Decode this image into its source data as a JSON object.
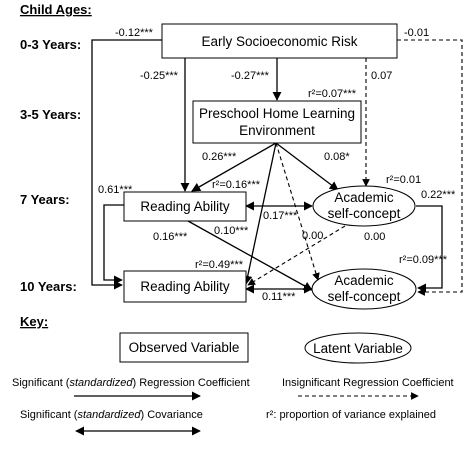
{
  "headings": {
    "child_ages": "Child Ages:",
    "key": "Key:"
  },
  "ages": [
    "0-3 Years:",
    "3-5 Years:",
    "7 Years:",
    "10 Years:"
  ],
  "nodes": {
    "ses": "Early Socioeconomic Risk",
    "phle_line1": "Preschool Home Learning",
    "phle_line2": "Environment",
    "ra7": "Reading Ability",
    "asc7_line1": "Academic",
    "asc7_line2": "self-concept",
    "ra10": "Reading Ability",
    "asc10_line1": "Academic",
    "asc10_line2": "self-concept"
  },
  "coefficients": {
    "ses_to_ra10": "-0.12***",
    "ses_to_asc10": "-0.01",
    "ses_to_ra7": "-0.25***",
    "ses_to_phle": "-0.27***",
    "ses_to_asc7": "0.07",
    "r2_phle": "r²=0.07***",
    "phle_to_ra7": "0.26***",
    "phle_to_asc7": "0.08*",
    "r2_asc7": "r²=0.01",
    "r2_ra7": "r²=0.16***",
    "ra7_to_ra10": "0.61***",
    "asc7_to_asc10": "0.22***",
    "ra7_asc7_cov": "0.17***",
    "phle_to_asc10": "0.00",
    "ra7_to_asc10": "0.16***",
    "phle_to_ra10": "0.10***",
    "asc7_to_ra10": "0.00",
    "r2_ra10": "r²=0.49***",
    "r2_asc10": "r²=0.09***",
    "ra10_asc10_cov": "0.11***"
  },
  "key": {
    "observed": "Observed Variable",
    "latent": "Latent Variable",
    "sig_reg_prefix": "Significant (",
    "sig_reg_em": "standardized",
    "sig_reg_suffix": ") Regression Coefficient",
    "insig_reg": "Insignificant Regression Coefficient",
    "sig_cov_prefix": "Significant (",
    "sig_cov_em": "standardized",
    "sig_cov_suffix": ") Covariance",
    "r2_expl": "r²: proportion of variance explained"
  }
}
